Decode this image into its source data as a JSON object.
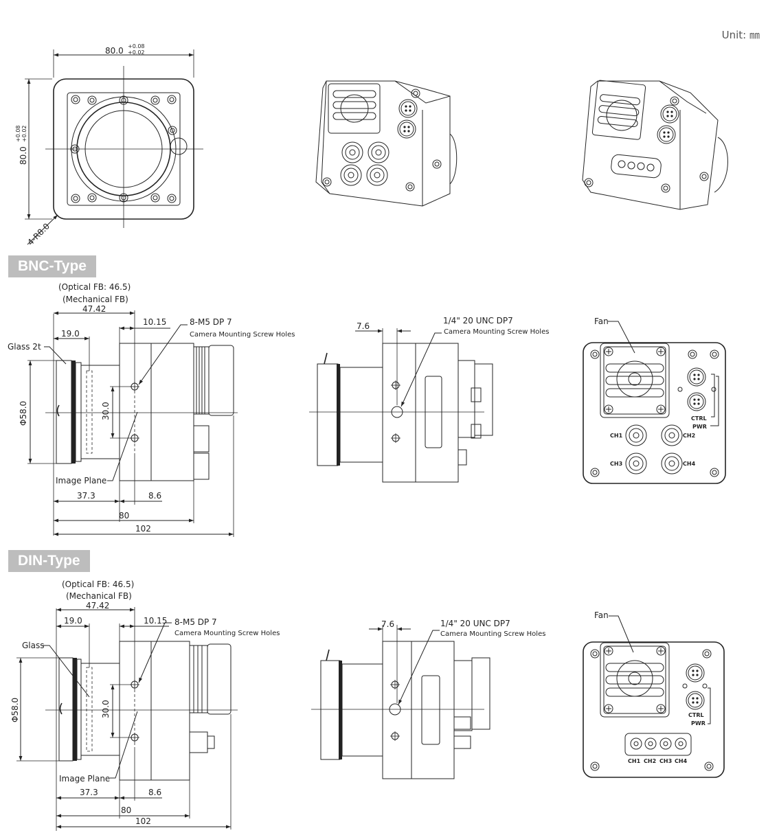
{
  "unit_label": "Unit: ㎜",
  "front_view": {
    "width_dim": "80.0",
    "width_tol_upper": "+0.08",
    "width_tol_lower": "+0.02",
    "height_dim": "80.0",
    "height_tol_upper": "+0.08",
    "height_tol_lower": "+0.02",
    "radius_note": "4-R8.0"
  },
  "bnc": {
    "type_label": "BNC-Type",
    "optical_fb": "(Optical FB: 46.5)",
    "mechanical_fb": "(Mechanical FB)",
    "fb_dim": "47.42",
    "dim_19": "19.0",
    "dim_10": "10.15",
    "screw_holes": "8-M5 DP 7",
    "screw_holes_desc": "Camera Mounting Screw Holes",
    "glass": "Glass 2t",
    "diameter": "Φ58.0",
    "dim_30": "30.0",
    "image_plane": "Image Plane",
    "dim_37": "37.3",
    "dim_8": "8.6",
    "dim_80": "80",
    "dim_102": "102",
    "tripod_dim": "7.6",
    "tripod_hole": "1/4\" 20 UNC DP7",
    "tripod_desc": "Camera Mounting Screw Holes",
    "fan": "Fan",
    "ctrl": "CTRL",
    "pwr": "PWR",
    "channels": [
      "CH1",
      "CH2",
      "CH3",
      "CH4"
    ]
  },
  "din": {
    "type_label": "DIN-Type",
    "optical_fb": "(Optical FB: 46.5)",
    "mechanical_fb": "(Mechanical FB)",
    "fb_dim": "47.42",
    "dim_19": "19.0",
    "dim_10": "10.15",
    "screw_holes": "8-M5 DP 7",
    "screw_holes_desc": "Camera Mounting Screw Holes",
    "glass": "Glass",
    "diameter": "Φ58.0",
    "dim_30": "30.0",
    "image_plane": "Image Plane",
    "dim_37": "37.3",
    "dim_8": "8.6",
    "dim_80": "80",
    "dim_102": "102",
    "tripod_dim": "7.6",
    "tripod_hole": "1/4\" 20 UNC DP7",
    "tripod_desc": "Camera Mounting Screw Holes",
    "fan": "Fan",
    "ctrl": "CTRL",
    "pwr": "PWR",
    "channels": [
      "CH1",
      "CH2",
      "CH3",
      "CH4"
    ]
  }
}
